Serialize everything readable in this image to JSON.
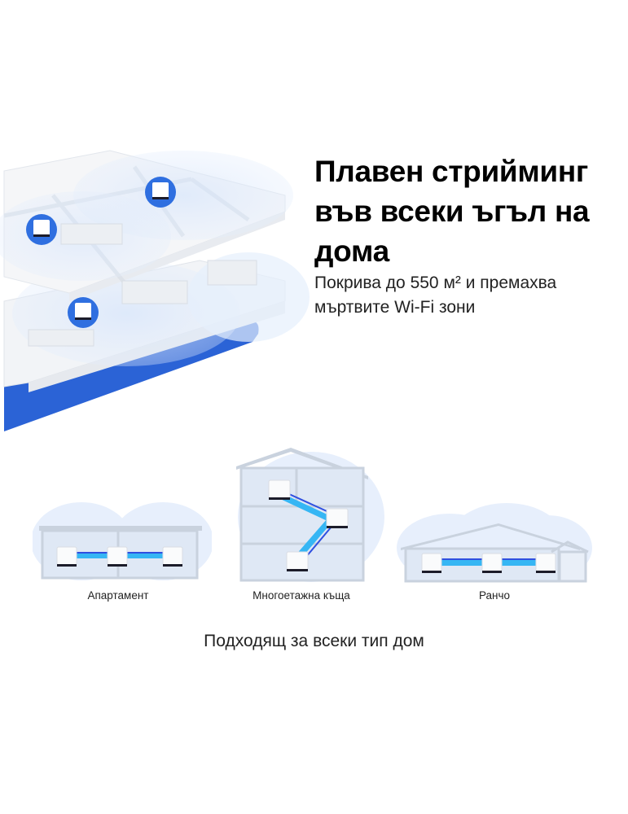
{
  "headline": {
    "line1": "Плавен стрийминг",
    "line2": "във всеки ъгъл на",
    "line3": "дома"
  },
  "subline": {
    "line1": "Покрива до 550 м² и премахва",
    "line2": "мъртвите Wi-Fi зони"
  },
  "scenes": [
    {
      "label": "Апартамент"
    },
    {
      "label": "Многоетажна къща"
    },
    {
      "label": "Ранчо"
    }
  ],
  "footer": {
    "caption": "Подходящ за всеки тип дом"
  },
  "colors": {
    "accent_blue": "#2f6fe0",
    "base_blue": "#2b63d6",
    "coverage_blue": "#cfe0fa",
    "link_cyan": "#36b6f4",
    "wall_gray": "#c9d2de"
  }
}
